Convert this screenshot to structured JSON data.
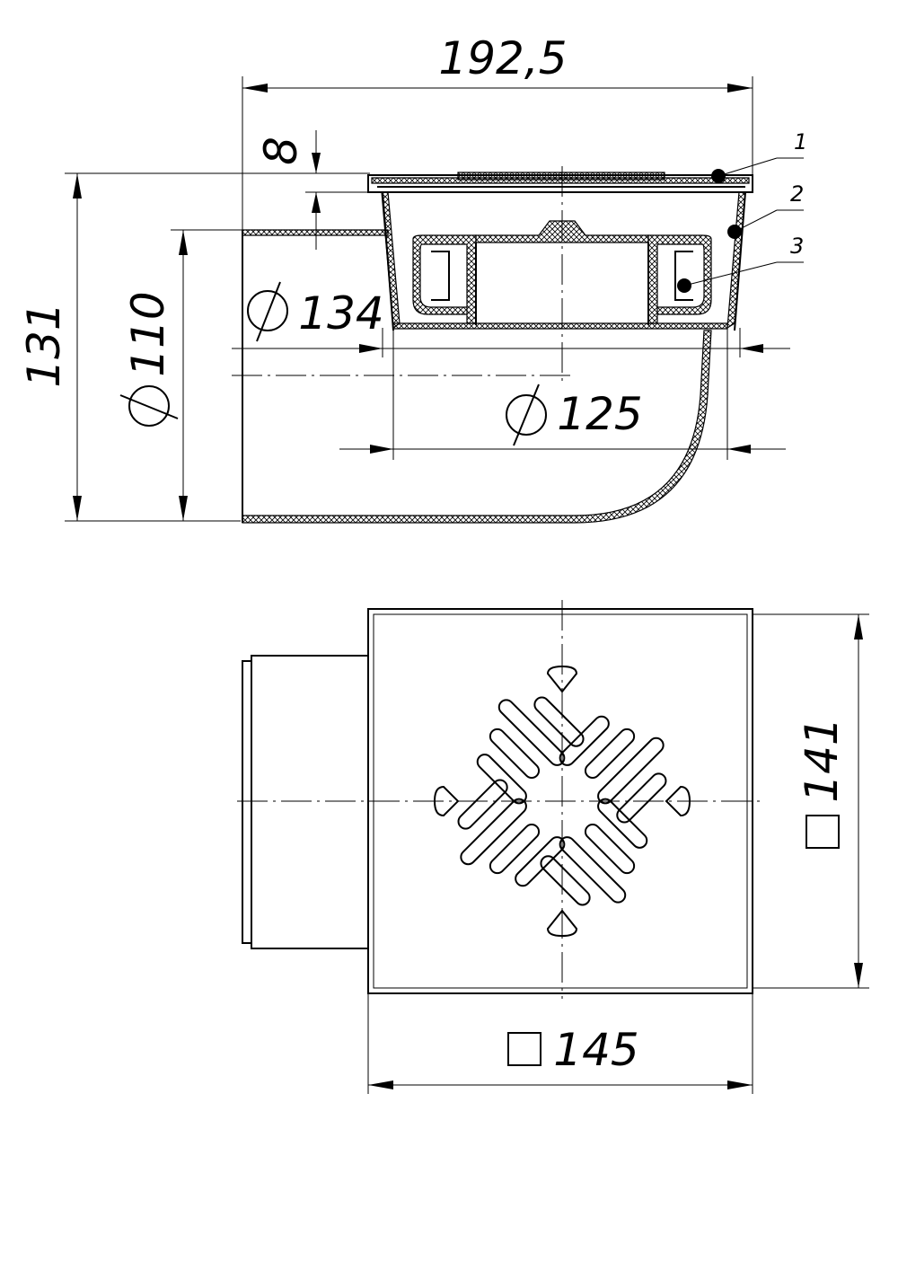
{
  "dimensions": {
    "overall_length": "192,5",
    "grate_offset": "8",
    "height": "131",
    "outlet_diameter": "110",
    "body_diameter": "134",
    "trap_diameter": "125",
    "frame_size": "141",
    "outer_size": "145"
  },
  "leaders": {
    "item_1": "1",
    "item_2": "2",
    "item_3": "3"
  }
}
